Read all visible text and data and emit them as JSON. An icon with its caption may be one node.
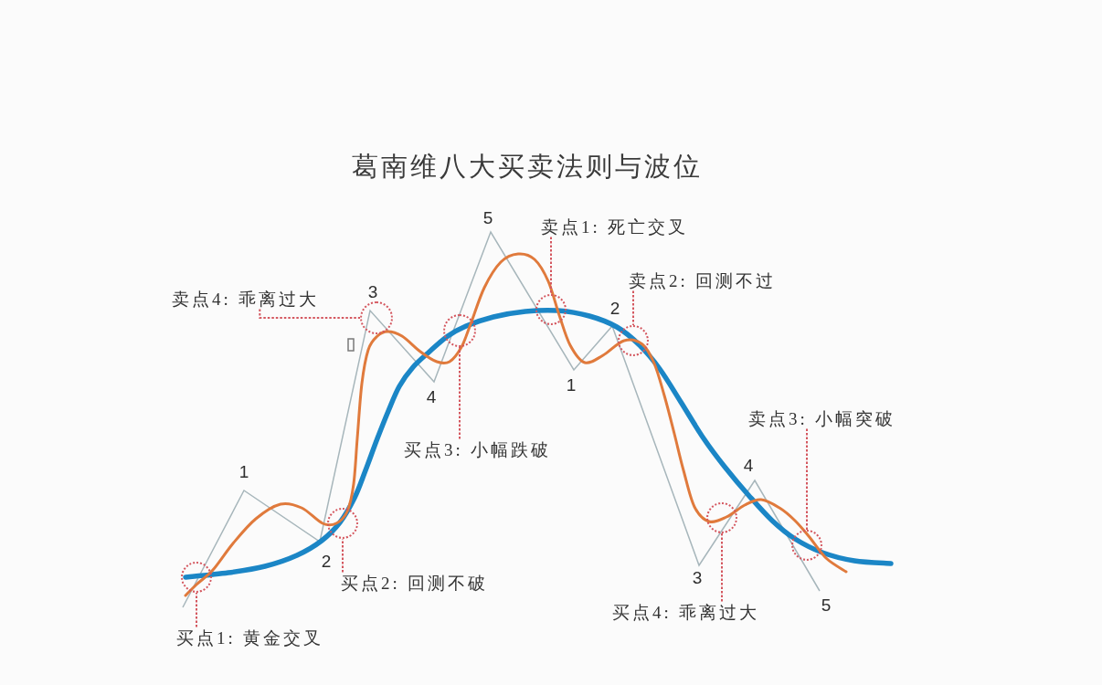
{
  "diagram": {
    "title": "葛南维八大买卖法则与波位",
    "nodes": [
      {
        "text": [
          "卖点1: 死亡交叉"
        ]
      },
      {
        "text": [
          "卖点2: 回测不过"
        ]
      },
      {
        "text": [
          "卖点4: 乖离过大"
        ]
      },
      {
        "text": [
          "卖点3: 小幅突破"
        ]
      },
      {
        "text": [
          "买点3: 小幅跌破"
        ]
      },
      {
        "text": [
          "买点2: 回测不破"
        ]
      },
      {
        "text": [
          "买点4: 乖离过大"
        ]
      },
      {
        "text": [
          "买点1: 黄金交叉"
        ]
      },
      {
        "text": [],
        "shape": "circle"
      },
      {
        "text": [],
        "shape": "circle"
      },
      {
        "text": [],
        "shape": "circle"
      },
      {
        "text": [],
        "shape": "circle"
      },
      {
        "text": [],
        "shape": "circle"
      },
      {
        "text": [],
        "shape": "circle"
      },
      {
        "text": [],
        "shape": "circle"
      },
      {
        "text": [],
        "shape": "circle"
      }
    ],
    "edges": [
      {
        "from": 0,
        "to": 12,
        "arrow": "none",
        "style": "dashed"
      },
      {
        "from": 1,
        "to": 13,
        "arrow": "none",
        "style": "dashed"
      },
      {
        "from": 2,
        "to": 10,
        "arrow": "none",
        "style": "dashed"
      },
      {
        "from": 3,
        "to": 15,
        "arrow": "none",
        "style": "dashed"
      },
      {
        "from": 4,
        "to": 11,
        "arrow": "none",
        "style": "dashed"
      },
      {
        "from": 5,
        "to": 9,
        "arrow": "none",
        "style": "dashed"
      },
      {
        "from": 6,
        "to": 14,
        "arrow": "none",
        "style": "dashed"
      },
      {
        "from": 7,
        "to": 8,
        "arrow": "none",
        "style": "dashed"
      }
    ],
    "labels": [
      "1",
      "2",
      "3",
      "4",
      "5",
      "1",
      "2",
      "3",
      "4",
      "5"
    ]
  }
}
